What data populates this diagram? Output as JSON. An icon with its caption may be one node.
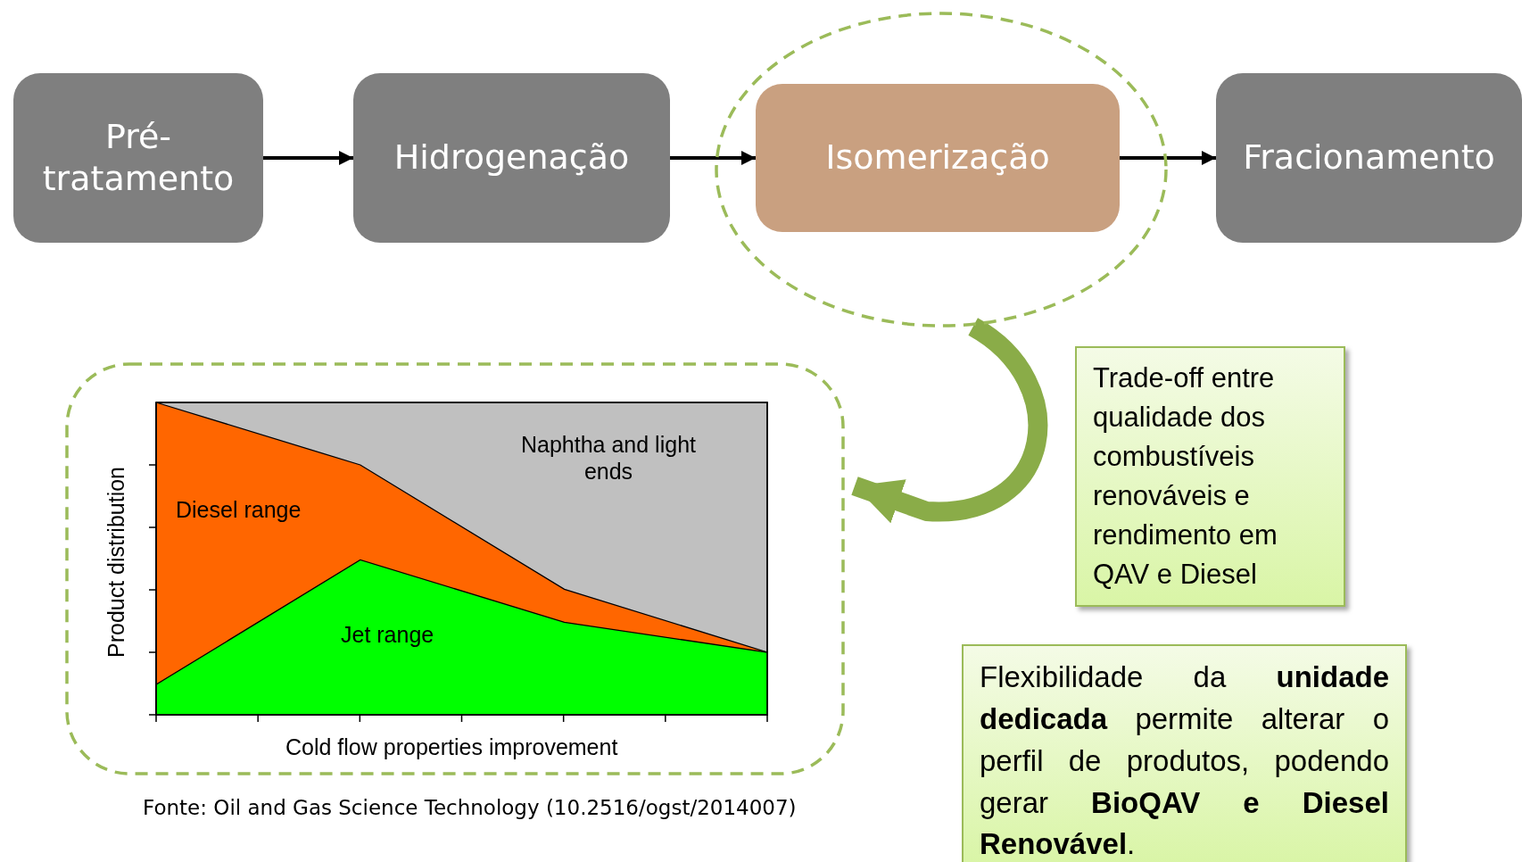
{
  "diagram": {
    "caption": "Fonte: Oil and Gas Science Technology (10.2516/ogst/2014007)",
    "nodes": [
      {
        "text": [
          "Pré-tratamento"
        ]
      },
      {
        "text": [
          "Hidrogenação"
        ]
      },
      {
        "text": [],
        "shape": "ellipse"
      },
      {
        "text": [
          "Isomerização"
        ],
        "in": 2
      },
      {
        "text": [
          "Fracionamento"
        ]
      },
      {
        "text": [],
        "shape": "box"
      },
      {
        "text": [
          "Trade-off entre qualidade dos combustíveis renováveis e rendimento em QAV e Diesel"
        ]
      },
      {
        "text": [
          "Flexibilidade da **unidade dedicada** permite alterar o perfil de produtos, podendo gerar **BioQAV e Diesel Renovável**."
        ]
      }
    ],
    "edges": [
      {
        "from": 0,
        "to": 1,
        "arrow": "to"
      },
      {
        "from": 1,
        "to": 3,
        "arrow": "to"
      },
      {
        "from": 3,
        "to": 4,
        "arrow": "to"
      },
      {
        "from": 2,
        "to": 5,
        "arrow": "to",
        "style": "thick",
        "color": "#8aac48"
      }
    ],
    "labels": [
      "Naphtha and light ends",
      "Diesel range",
      "Jet range",
      "Product distribution",
      "Cold flow properties improvement"
    ]
  }
}
